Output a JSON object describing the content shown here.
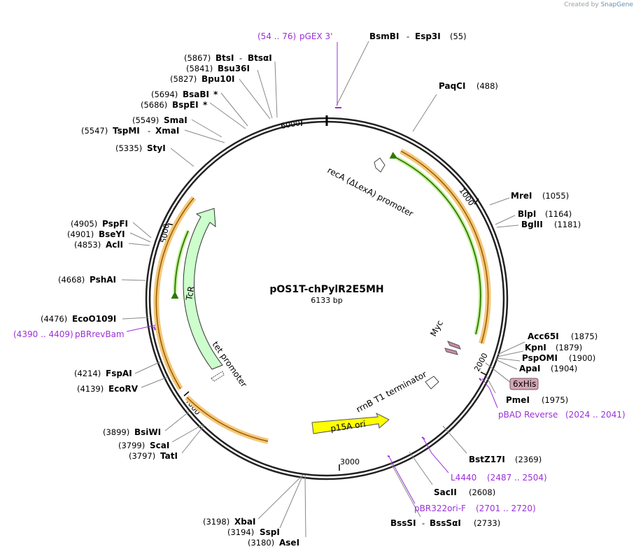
{
  "credit": {
    "prefix": "Created by",
    "brand": "SnapGene"
  },
  "plasmid": {
    "name": "pOS1T-chPylR2E5MH",
    "size": "6133 bp",
    "length": 6133
  },
  "ticks": [
    "1000",
    "2000",
    "3000",
    "4000",
    "5000",
    "6000"
  ],
  "enzymes": [
    {
      "name": "BsmBI",
      "alt": "Esp3I",
      "pos": "(55)"
    },
    {
      "name": "PaqCI",
      "pos": "(488)"
    },
    {
      "name": "MreI",
      "pos": "(1055)"
    },
    {
      "name": "BlpI",
      "pos": "(1164)"
    },
    {
      "name": "BglII",
      "pos": "(1181)"
    },
    {
      "name": "Acc65I",
      "pos": "(1875)"
    },
    {
      "name": "KpnI",
      "pos": "(1879)"
    },
    {
      "name": "PspOMI",
      "pos": "(1900)"
    },
    {
      "name": "ApaI",
      "pos": "(1904)"
    },
    {
      "name": "PmeI",
      "pos": "(1975)"
    },
    {
      "name": "BstZ17I",
      "pos": "(2369)"
    },
    {
      "name": "SacII",
      "pos": "(2608)"
    },
    {
      "name": "BssSI",
      "alt": "BssSαI",
      "pos": "(2733)"
    },
    {
      "name": "AseI",
      "pos": "(3180)"
    },
    {
      "name": "SspI",
      "pos": "(3194)"
    },
    {
      "name": "XbaI",
      "pos": "(3198)"
    },
    {
      "name": "TatI",
      "pos": "(3797)"
    },
    {
      "name": "ScaI",
      "pos": "(3799)"
    },
    {
      "name": "BsiWI",
      "pos": "(3899)"
    },
    {
      "name": "EcoRV",
      "pos": "(4139)"
    },
    {
      "name": "FspAI",
      "pos": "(4214)"
    },
    {
      "name": "EcoO109I",
      "pos": "(4476)"
    },
    {
      "name": "PshAI",
      "pos": "(4668)"
    },
    {
      "name": "AclI",
      "pos": "(4853)"
    },
    {
      "name": "BseYI",
      "pos": "(4901)"
    },
    {
      "name": "PspFI",
      "pos": "(4905)"
    },
    {
      "name": "StyI",
      "pos": "(5335)"
    },
    {
      "name": "TspMI",
      "alt": "XmaI",
      "pos": "(5547)"
    },
    {
      "name": "SmaI",
      "pos": "(5549)"
    },
    {
      "name": "BspEI",
      "star": "*",
      "pos": "(5686)"
    },
    {
      "name": "BsaBI",
      "star": "*",
      "pos": "(5694)"
    },
    {
      "name": "Bpu10I",
      "pos": "(5827)"
    },
    {
      "name": "Bsu36I",
      "pos": "(5841)"
    },
    {
      "name": "BtsI",
      "alt": "BtsαI",
      "pos": "(5867)"
    }
  ],
  "primers": [
    {
      "name": "pGEX 3'",
      "range": "(54 .. 76)"
    },
    {
      "name": "pBAD Reverse",
      "range": "(2024 .. 2041)"
    },
    {
      "name": "L4440",
      "range": "(2487 .. 2504)"
    },
    {
      "name": "pBR322ori-F",
      "range": "(2701 .. 2720)"
    },
    {
      "name": "pBRrevBam",
      "range": "(4390 .. 4409)"
    }
  ],
  "features": {
    "recA": "recA (ΔLexA) promoter",
    "myc": "Myc",
    "his": "6xHis",
    "rrnB": "rrnB T1 terminator",
    "p15A": "p15A ori",
    "tcr": "TcR",
    "tet": "tet promoter"
  },
  "colors": {
    "primer": "#9b30d9",
    "origin": "#ffff00",
    "resistance": "#ccffcc",
    "cds_arrow": "#2a7a00",
    "cds_halo": "#f3c87a",
    "tag": "#d4a5b5"
  }
}
